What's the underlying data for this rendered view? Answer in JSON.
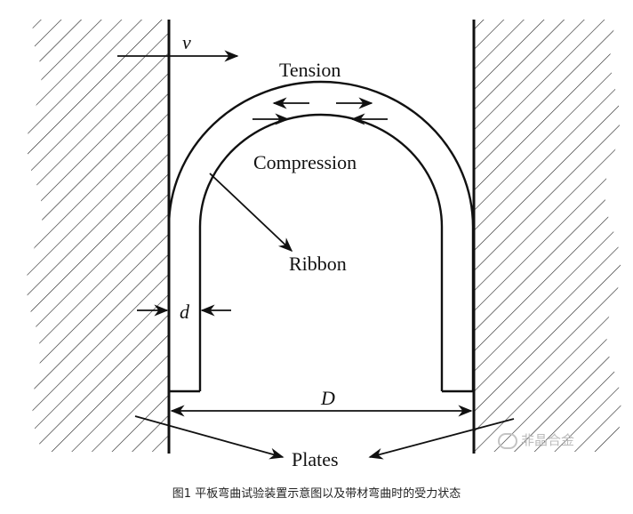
{
  "labels": {
    "velocity": "v",
    "tension": "Tension",
    "compression": "Compression",
    "ribbon": "Ribbon",
    "thickness": "d",
    "gap": "D",
    "plates": "Plates"
  },
  "caption": "图1 平板弯曲试验装置示意图以及带材弯曲时的受力状态",
  "watermark": "非晶合金"
}
